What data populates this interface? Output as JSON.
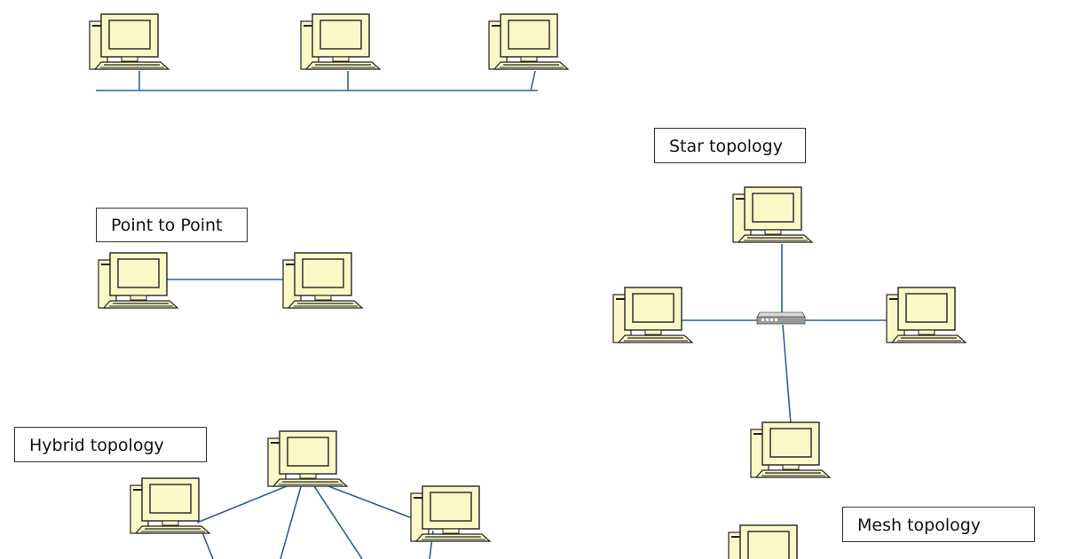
{
  "labels": {
    "star": "Star topology",
    "point_to_point": "Point to Point",
    "hybrid": "Hybrid topology",
    "mesh": "Mesh topology"
  },
  "icons": {
    "computer": "computer-icon",
    "hub": "network-hub-icon"
  },
  "colors": {
    "link": "#2f5f9e",
    "monitor_fill": "#fbf8c8",
    "outline": "#222222",
    "case_fill": "#fbf8c8"
  }
}
